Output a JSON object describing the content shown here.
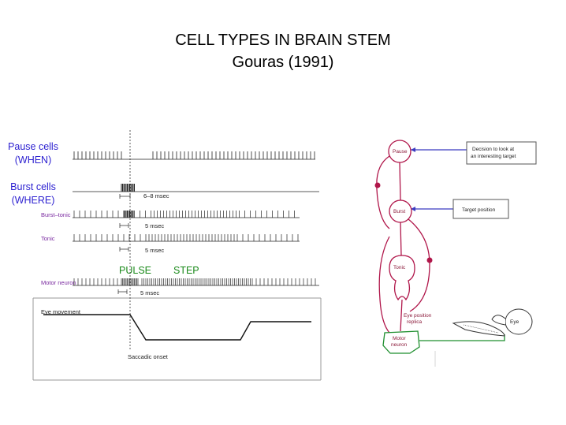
{
  "slide": {
    "title": "CELL TYPES  IN  BRAIN STEM",
    "subtitle": "Gouras (1991)"
  },
  "left_figure": {
    "pause_label": "Pause cells\n(WHEN)",
    "burst_label": "Burst cells\n(WHERE)",
    "burst_tonic_label": "Burst–tonic",
    "tonic_label": "Tonic",
    "motor_label": "Motor neuron",
    "eye_movement_label": "Eye movement",
    "saccade_label": "Saccadic onset",
    "msec_6_8": "6–8 msec",
    "msec_5_a": "5  msec",
    "msec_5_b": "5  msec",
    "msec_5_c": "5  msec",
    "pulse_label": "PULSE",
    "step_label": "STEP"
  },
  "right_figure": {
    "pause_node": "Pause",
    "burst_node": "Burst",
    "tonic_node": "Tonic",
    "motor_node": "Motor neuron",
    "eye_position_label": "Eye position replica",
    "eye_label": "Eye",
    "decision_box": "Decision to look at an interesting target",
    "target_box": "Target position"
  },
  "colors": {
    "circuit": "#b0164a",
    "motor_path": "#1f8f2f",
    "labels_blue": "#2b1fd0",
    "labels_green": "#1a8a1a"
  }
}
